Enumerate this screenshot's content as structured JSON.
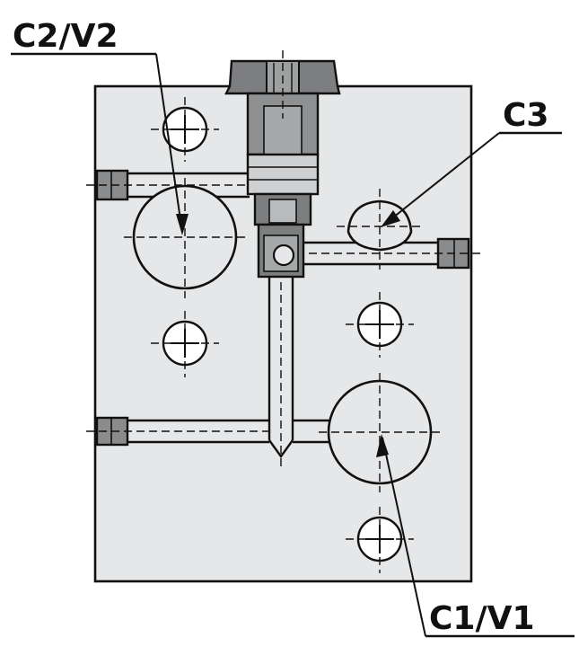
{
  "labels": {
    "c2v2": "C2/V2",
    "c3": "C3",
    "c1v1": "C1/V1"
  },
  "colors": {
    "block_fill": "#e6e7e8",
    "outline": "#111111",
    "cartridge_dark": "#7d7e80",
    "cartridge_mid": "#a6a7a9",
    "cartridge_light": "#cfd0d2",
    "plug_fill": "#8a8b8d"
  }
}
